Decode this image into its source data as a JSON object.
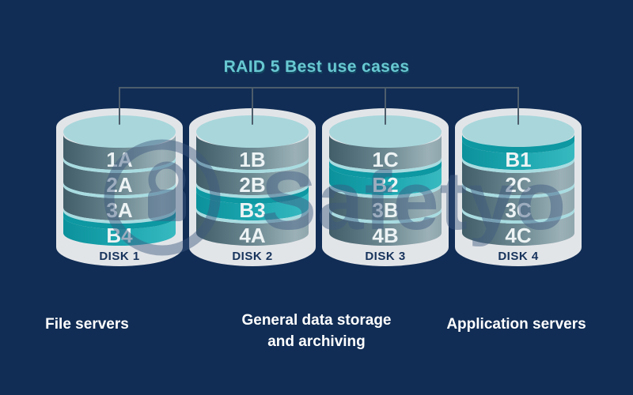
{
  "title": "RAID 5 Best use cases",
  "watermark": {
    "brand": "Safetyo"
  },
  "disks": [
    {
      "name": "DISK 1",
      "blocks": [
        {
          "label": "1A",
          "parity": false
        },
        {
          "label": "2A",
          "parity": false
        },
        {
          "label": "3A",
          "parity": false
        },
        {
          "label": "B4",
          "parity": true
        }
      ]
    },
    {
      "name": "DISK 2",
      "blocks": [
        {
          "label": "1B",
          "parity": false
        },
        {
          "label": "2B",
          "parity": false
        },
        {
          "label": "B3",
          "parity": true
        },
        {
          "label": "4A",
          "parity": false
        }
      ]
    },
    {
      "name": "DISK 3",
      "blocks": [
        {
          "label": "1C",
          "parity": false
        },
        {
          "label": "B2",
          "parity": true
        },
        {
          "label": "3B",
          "parity": false
        },
        {
          "label": "4B",
          "parity": false
        }
      ]
    },
    {
      "name": "DISK 4",
      "blocks": [
        {
          "label": "B1",
          "parity": true
        },
        {
          "label": "2C",
          "parity": false
        },
        {
          "label": "3C",
          "parity": false
        },
        {
          "label": "4C",
          "parity": false
        }
      ]
    }
  ],
  "captions": [
    {
      "lines": [
        "File servers"
      ]
    },
    {
      "lines": [
        "General data storage",
        "and archiving"
      ]
    },
    {
      "lines": [
        "Application servers"
      ]
    }
  ],
  "colors": {
    "background": "#112D55",
    "title": "#68C8D2",
    "connector": "#4D5D6B",
    "shell": "#E2E5E8",
    "lid": "#A8D6DB",
    "rim": "#A8DCE1",
    "band_dark": "#415E69",
    "band_mid": "#6C8891",
    "band_light": "#9BB1B7",
    "band_edge": "#8FA6AD",
    "parity_dark": "#0B919B",
    "parity_mid": "#1EA8B1",
    "parity_light": "#38B9C0",
    "parity_rim": "#0D98A2",
    "disk_label": "#17335C",
    "block_label": "#EDF3F4",
    "caption": "#FFFFFF",
    "watermark_tint": "#3D5980"
  }
}
